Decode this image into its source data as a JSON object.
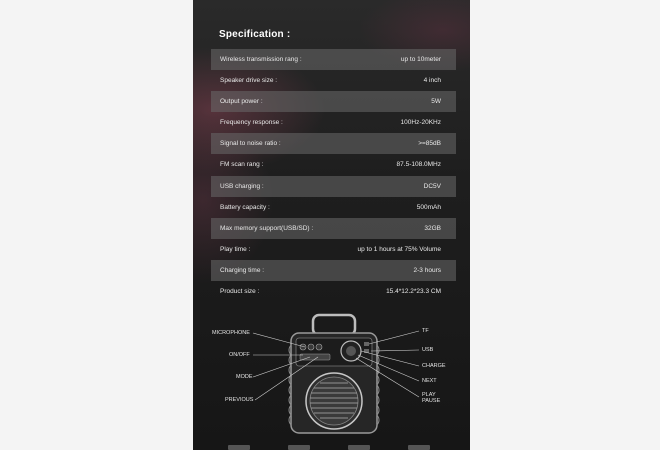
{
  "specification": {
    "title": "Specification :",
    "rows": [
      {
        "label": "Wireless transmission rang :",
        "value": "up to 10meter"
      },
      {
        "label": "Speaker drive size :",
        "value": "4 inch"
      },
      {
        "label": "Output power :",
        "value": "5W"
      },
      {
        "label": "Frequency response :",
        "value": "100Hz-20KHz"
      },
      {
        "label": "Signal to noise ratio :",
        "value": ">=85dB"
      },
      {
        "label": "FM scan rang :",
        "value": "87.5-108.0MHz"
      },
      {
        "label": "USB charging :",
        "value": "DC5V"
      },
      {
        "label": "Battery capacity :",
        "value": "500mAh"
      },
      {
        "label": "Max memory support(USB/SD) :",
        "value": "32GB"
      },
      {
        "label": "Play time :",
        "value": "up to 1 hours at 75% Volume"
      },
      {
        "label": "Charging time :",
        "value": "2-3 hours"
      },
      {
        "label": "Product size :",
        "value": "15.4*12.2*23.3 CM"
      }
    ]
  },
  "diagram": {
    "left_labels": [
      "MICROPHONE",
      "ON/OFF",
      "MODE",
      "PREVIOUS"
    ],
    "right_labels": [
      "TF",
      "USB",
      "CHARGE",
      "NEXT",
      "PLAY",
      "PAUSE"
    ]
  },
  "colors": {
    "box_background": "#1e1e1e",
    "text": "#e9e9e9",
    "row_band": "#696969",
    "page_background": "#f4f4f4"
  }
}
